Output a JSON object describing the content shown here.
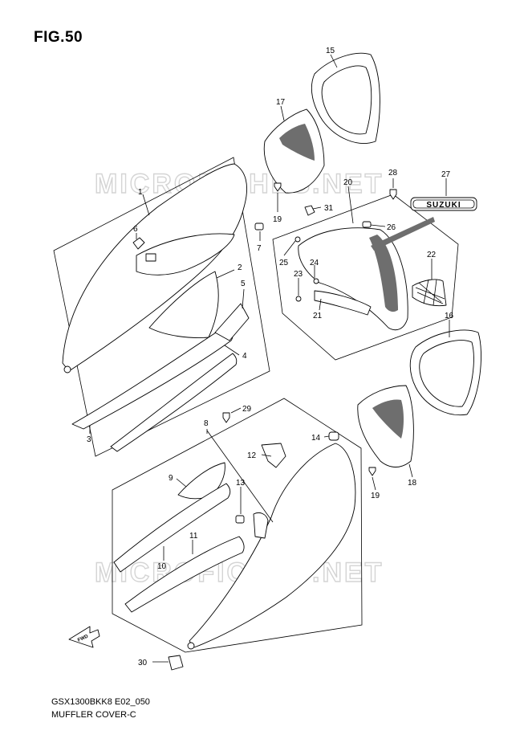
{
  "figure": {
    "title": "FIG.50",
    "code": "GSX1300BKK8 E02_050",
    "caption": "MUFFLER COVER-C"
  },
  "watermark": {
    "text": "MICROFICHES.NET"
  },
  "emblem": {
    "text": "SUZUKI"
  },
  "fwd_mark": {
    "text": "FWD"
  },
  "part_labels": [
    "1",
    "2",
    "3",
    "4",
    "5",
    "6",
    "7",
    "8",
    "9",
    "10",
    "11",
    "12",
    "13",
    "14",
    "15",
    "16",
    "17",
    "18",
    "19",
    "19",
    "20",
    "21",
    "22",
    "23",
    "24",
    "25",
    "26",
    "27",
    "28",
    "29",
    "30",
    "31"
  ]
}
